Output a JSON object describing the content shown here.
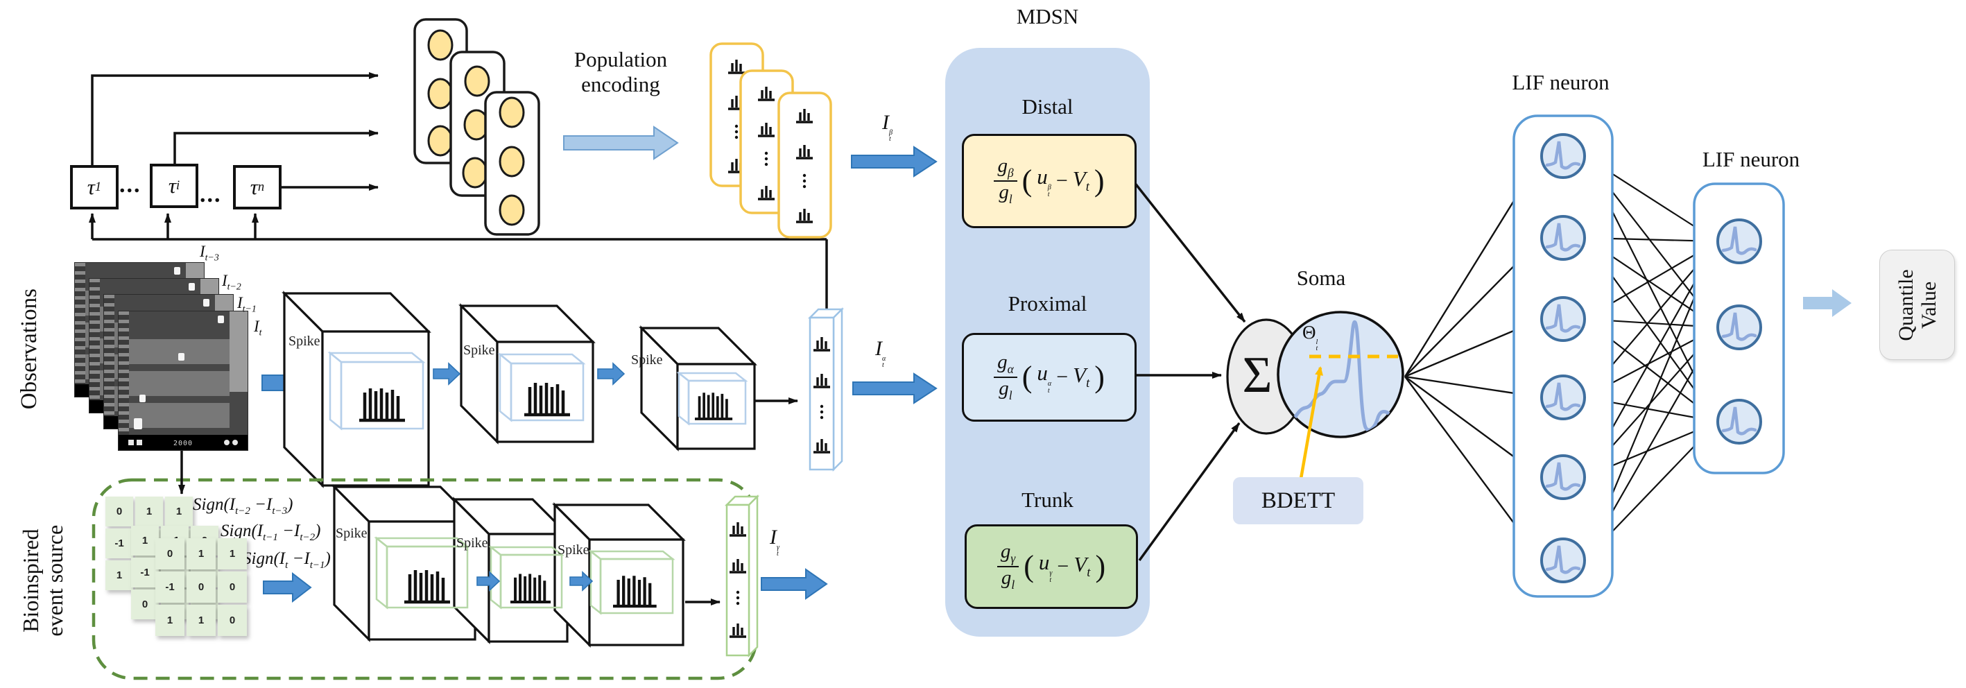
{
  "sym": {
    "tau": "τ",
    "I": "I",
    "lparen": "(",
    "rparen": ")",
    "minus": "−",
    "ellipsis": "...",
    "sigma": "Σ"
  },
  "labels": {
    "spike": "Spike",
    "observations": "Observations",
    "population_line1": "Population",
    "population_line2": "encoding",
    "bioinspired_line1": "Bioinspired",
    "bioinspired_line2": "event source"
  },
  "delays": {
    "subs": [
      "1",
      "i",
      "n"
    ]
  },
  "observations": {
    "frame_subs": [
      "t−3",
      "t−2",
      "t−1",
      "t"
    ],
    "score": "2000"
  },
  "currents": {
    "beta": {
      "sup": "β",
      "sub": "t"
    },
    "alpha": {
      "sup": "α",
      "sub": "t"
    },
    "gamma": {
      "sup": "γ",
      "sub": "t"
    }
  },
  "mdsn": {
    "title": "MDSN",
    "g": "g",
    "g_den_sub": "l",
    "u": "u",
    "u_sub": "t",
    "V": "V",
    "V_sub": "t",
    "branches": [
      {
        "name": "Distal",
        "g_sub": "β",
        "u_sup": "β"
      },
      {
        "name": "Proximal",
        "g_sub": "α",
        "u_sup": "α"
      },
      {
        "name": "Trunk",
        "g_sub": "γ",
        "u_sup": "γ"
      }
    ]
  },
  "soma": {
    "title": "Soma",
    "theta": "Θ",
    "theta_sup": "l",
    "theta_sub": "t",
    "bdett": "BDETT"
  },
  "lif": {
    "title1": "LIF neuron",
    "title2": "LIF neuron"
  },
  "output": {
    "line1": "Quantile",
    "line2": "Value"
  },
  "event_source": {
    "sign_word": "Sign",
    "signs": [
      {
        "a": "t−2",
        "b": "t−3"
      },
      {
        "a": "t−1",
        "b": "t−2"
      },
      {
        "a": "t",
        "b": "t−1"
      }
    ],
    "matrix_back": {
      "r0": [
        "0",
        "1",
        "1"
      ],
      "r1": [
        "-1",
        "",
        ""
      ],
      "r2": [
        "1",
        "",
        ""
      ]
    },
    "matrix_mid": {
      "r0": [
        "1",
        "-1",
        "0"
      ],
      "r1": [
        "-1",
        "",
        ""
      ],
      "r2": [
        "0",
        "",
        ""
      ]
    },
    "matrix_front": {
      "r0": [
        "0",
        "1",
        "1"
      ],
      "r1": [
        "-1",
        "0",
        "0"
      ],
      "r2": [
        "1",
        "1",
        "0"
      ]
    }
  },
  "colors": {
    "accent_blue": "#4D8FD1",
    "panel_blue": "#C9DAF0",
    "distal_yellow": "#FFF2CC",
    "proximal_blue": "#DBE9F6",
    "trunk_green": "#C9E2B8",
    "threshold_yellow": "#FFC000",
    "dashed_green": "#5E8F3F",
    "card_yellow": "#F3C44A"
  }
}
